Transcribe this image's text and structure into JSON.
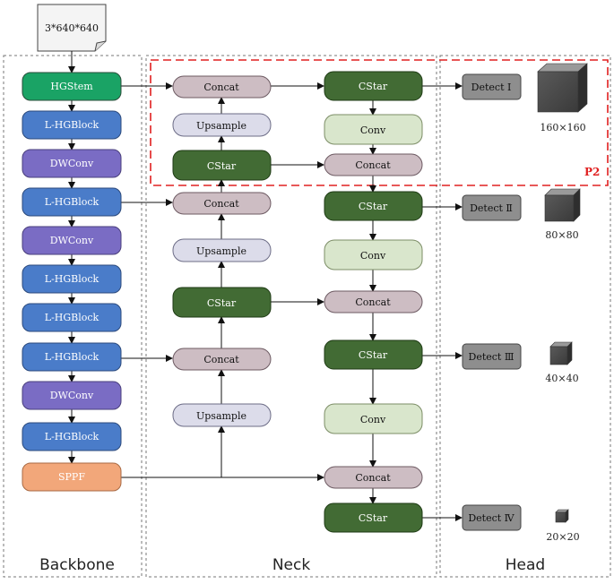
{
  "input": {
    "label": "3*640*640"
  },
  "sections": {
    "backbone": "Backbone",
    "neck": "Neck",
    "head": "Head"
  },
  "region_label": "P2",
  "backbone": {
    "hgstem": "HGStem",
    "b1": "L-HGBlock",
    "b2": "DWConv",
    "b3": "L-HGBlock",
    "b4": "DWConv",
    "b5": "L-HGBlock",
    "b6": "L-HGBlock",
    "b7": "L-HGBlock",
    "b8": "DWConv",
    "b9": "L-HGBlock",
    "sppf": "SPPF"
  },
  "neck_left": {
    "concat1": "Concat",
    "upsample1": "Upsample",
    "cstar1": "CStar",
    "concat2": "Concat",
    "upsample2": "Upsample",
    "cstar2": "CStar",
    "concat3": "Concat",
    "upsample3": "Upsample"
  },
  "neck_right": {
    "cstar1": "CStar",
    "conv1": "Conv",
    "concat1": "Concat",
    "cstar2": "CStar",
    "conv2": "Conv",
    "concat2": "Concat",
    "cstar3": "CStar",
    "conv3": "Conv",
    "concat3": "Concat",
    "cstar4": "CStar"
  },
  "head": {
    "d1": "Detect Ⅰ",
    "d2": "Detect Ⅱ",
    "d3": "Detect Ⅲ",
    "d4": "Detect Ⅳ",
    "s1": "160×160",
    "s2": "80×80",
    "s3": "40×40",
    "s4": "20×20"
  },
  "colors": {
    "hgstem": "#1aa365",
    "hgblock": "#4a7cc9",
    "dwconv": "#7a6cc4",
    "sppf": "#f2a77a",
    "concat": "#cdbdc3",
    "upsample": "#dcdcea",
    "cstar": "#426b34",
    "conv": "#d9e6cc",
    "detect": "#8e8e8e",
    "region": "#e02020"
  }
}
